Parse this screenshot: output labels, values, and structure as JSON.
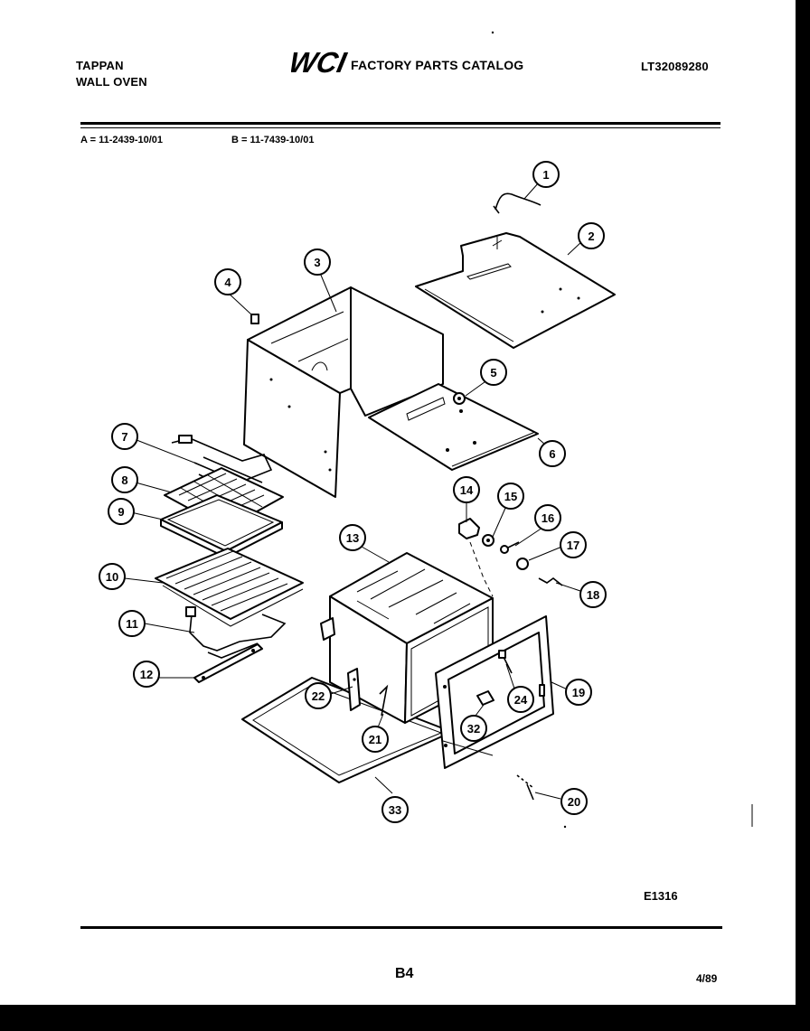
{
  "header": {
    "brand_line1": "TAPPAN",
    "brand_line2": "WALL OVEN",
    "logo_text": "WCI",
    "catalog_title": "FACTORY PARTS CATALOG",
    "catalog_number": "LT32089280"
  },
  "models": {
    "a": "A = 11-2439-10/01",
    "b": "B = 11-7439-10/01"
  },
  "diagram": {
    "callouts": [
      "1",
      "2",
      "3",
      "4",
      "5",
      "6",
      "7",
      "8",
      "9",
      "10",
      "11",
      "12",
      "13",
      "14",
      "15",
      "16",
      "17",
      "18",
      "19",
      "20",
      "21",
      "22",
      "24",
      "32",
      "33"
    ],
    "drawing_code": "E1316"
  },
  "footer": {
    "page": "B4",
    "date": "4/89"
  }
}
